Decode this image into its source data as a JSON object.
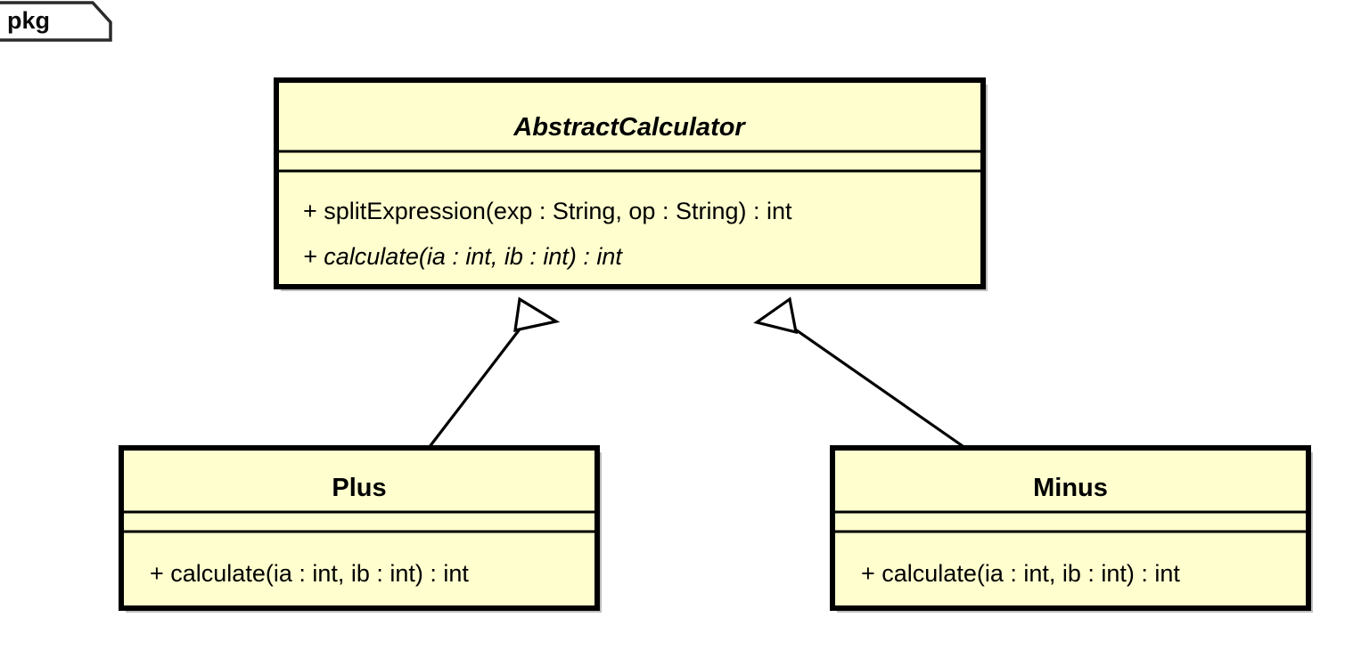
{
  "diagram": {
    "kind": "uml-class-diagram",
    "frame": {
      "label": "pkg",
      "stereotype": "package-frame"
    },
    "colors": {
      "class_fill": "#FEFECE",
      "class_border": "#000000",
      "shadow": "#888888",
      "line": "#000000",
      "canvas": "#FFFFFF",
      "text": "#000000"
    },
    "classes": [
      {
        "id": "abstract-calculator",
        "name": "AbstractCalculator",
        "is_abstract": true,
        "attributes": [],
        "methods": [
          {
            "text": "+ splitExpression(exp : String, op : String) : int",
            "visibility": "+",
            "signature": "splitExpression(exp : String, op : String) : int",
            "is_abstract": false
          },
          {
            "text": "+ calculate(ia : int, ib : int) : int",
            "visibility": "+",
            "signature": "calculate(ia : int, ib : int) : int",
            "is_abstract": true
          }
        ]
      },
      {
        "id": "plus",
        "name": "Plus",
        "is_abstract": false,
        "attributes": [],
        "methods": [
          {
            "text": "+ calculate(ia : int, ib : int) : int",
            "visibility": "+",
            "signature": "calculate(ia : int, ib : int) : int",
            "is_abstract": false
          }
        ]
      },
      {
        "id": "minus",
        "name": "Minus",
        "is_abstract": false,
        "attributes": [],
        "methods": [
          {
            "text": "+ calculate(ia : int, ib : int) : int",
            "visibility": "+",
            "signature": "calculate(ia : int, ib : int) : int",
            "is_abstract": false
          }
        ]
      }
    ],
    "relationships": [
      {
        "id": "plus-extends-abstractcalculator",
        "type": "generalization",
        "arrowhead": "hollow-triangle",
        "from": "Plus",
        "to": "AbstractCalculator",
        "label": ""
      },
      {
        "id": "minus-extends-abstractcalculator",
        "type": "generalization",
        "arrowhead": "hollow-triangle",
        "from": "Minus",
        "to": "AbstractCalculator",
        "label": ""
      }
    ]
  }
}
